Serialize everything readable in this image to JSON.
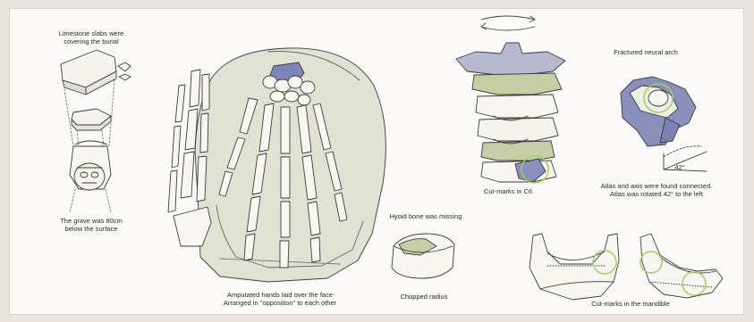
{
  "colors": {
    "background": "#e9e4dd",
    "panel": "#fbfaf8",
    "bone": "#f7f6f1",
    "bone_shadow": "#d9dccd",
    "cervical_green": "#c7cfa6",
    "blue_bone": "#8087b8",
    "cutmark_circle": "#9fcf6a",
    "outline": "#3c3c3c"
  },
  "labels": {
    "limestone": [
      "Limestone slabs were",
      "covering the burial"
    ],
    "grave": [
      "The grave was 80cm",
      "below the surface"
    ],
    "hands": [
      "Amputated hands laid over the face",
      "Arranged in \"opposition\" to each other"
    ],
    "hyoid": "Hyoid bone was missing",
    "radius": "Chopped radius",
    "cutmarks_c6": "Cut-marks in C6",
    "neural_arch": "Fractured neural arch",
    "angle": "42°",
    "atlas": [
      "Atlas and axis were found connected.",
      "Atlas was rotated 42° to the left"
    ],
    "mandible": "Cut-marks in the mandible"
  },
  "icons": [
    "rotation-arrows-icon"
  ]
}
